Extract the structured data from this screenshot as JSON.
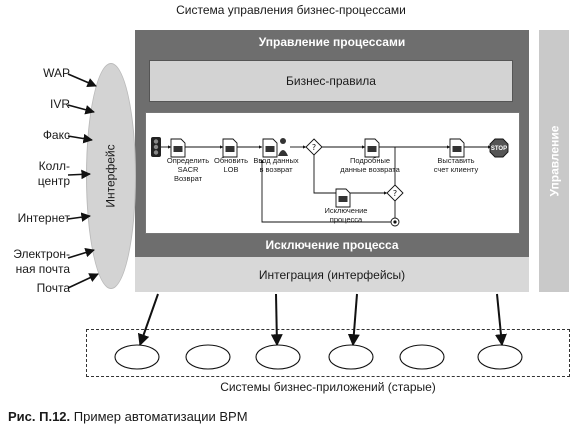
{
  "title": "Система управления бизнес-процессами",
  "process_management": "Управление процессами",
  "business_rules": "Бизнес-правила",
  "process_exception": "Исключение процесса",
  "integration": "Интеграция (интерфейсы)",
  "management": "Управление",
  "interface": "Интерфейс",
  "channels": [
    {
      "label": "WAP"
    },
    {
      "label": "IVR"
    },
    {
      "label": "Факс"
    },
    {
      "label": "Колл-\nцентр"
    },
    {
      "label": "Интернет"
    },
    {
      "label": "Электрон-\nная почта"
    },
    {
      "label": "Почта"
    }
  ],
  "steps": [
    {
      "label": "Определить\nSACR\nВозврат"
    },
    {
      "label": "Обновить\nLOB"
    },
    {
      "label": "Ввод данных\nв возврат"
    },
    {
      "label": "Подробные\nданные возврата"
    },
    {
      "label": "Выставить\nсчет клиенту"
    },
    {
      "label": "Исключение\nпроцесса"
    }
  ],
  "stop_label": "STOP",
  "legacy_systems": "Системы бизнес-приложений (старые)",
  "caption": {
    "prefix": "Рис. П.12.",
    "text": "Пример автоматизации BPM"
  }
}
